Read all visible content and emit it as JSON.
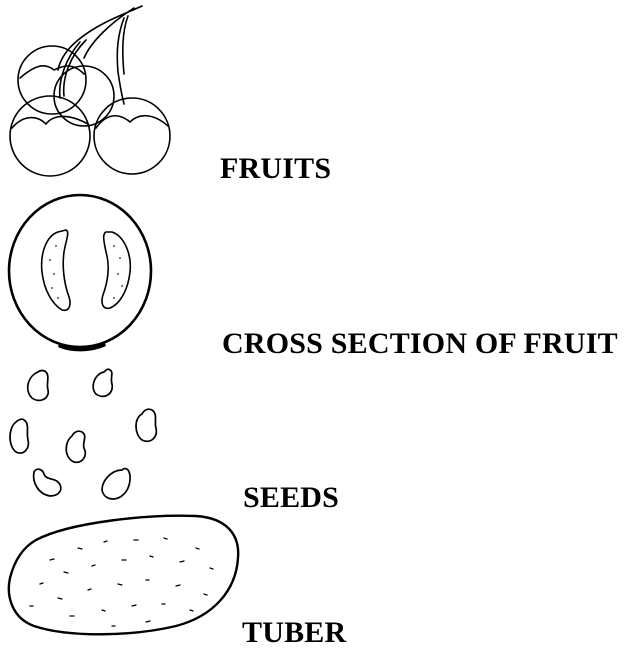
{
  "labels": {
    "fruits": "FRUITS",
    "cross_section": "CROSS SECTION OF FRUIT",
    "seeds": "SEEDS",
    "tuber": "TUBER"
  },
  "colors": {
    "ink": "#000000",
    "background": "#ffffff"
  }
}
